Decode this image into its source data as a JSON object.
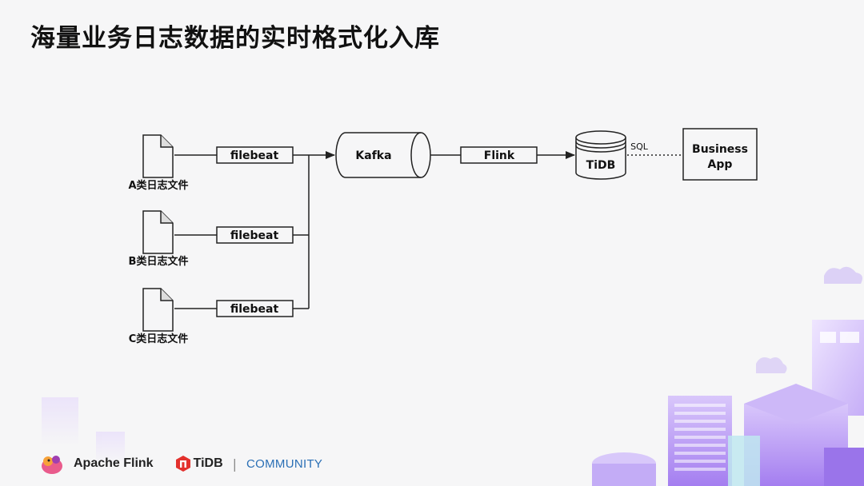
{
  "title": "海量业务日志数据的实时格式化入库",
  "sources": [
    {
      "label": "A类日志文件",
      "collector": "filebeat"
    },
    {
      "label": "B类日志文件",
      "collector": "filebeat"
    },
    {
      "label": "C类日志文件",
      "collector": "filebeat"
    }
  ],
  "queue": "Kafka",
  "processor": "Flink",
  "database": "TiDB",
  "query_label": "SQL",
  "app_label_line1": "Business",
  "app_label_line2": "App",
  "footer": {
    "flink_label": "Apache Flink",
    "tidb_label": "TiDB",
    "community_label": "COMMUNITY"
  },
  "colors": {
    "background": "#f6f6f7",
    "stroke": "#222222",
    "accent_purple": "#b99cf0",
    "community_blue": "#2a6fb5",
    "tidb_red": "#e3312d"
  }
}
